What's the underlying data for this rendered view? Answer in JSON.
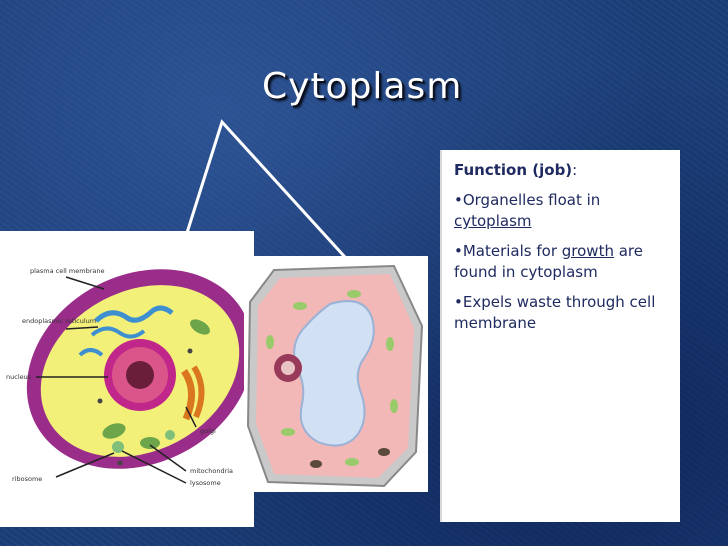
{
  "slide": {
    "title": "Cytoplasm"
  },
  "animal_cell": {
    "labels": {
      "plasma_membrane": "plasma cell membrane",
      "er": "endoplasmic reticulum",
      "nucleus": "nucleus",
      "golgi": "golgi",
      "ribosome": "ribosome",
      "mitochondria": "mitochondria",
      "lysosome": "lysosome"
    }
  },
  "info": {
    "heading": "Function (job)",
    "heading_suffix": ":",
    "bullet1_prefix": "•Organelles float in ",
    "bullet1_link": "cytoplasm",
    "bullet2_prefix": "•Materials for ",
    "bullet2_link": "growth",
    "bullet2_suffix": " are found in cytoplasm",
    "bullet3": "•Expels waste through cell membrane"
  },
  "colors": {
    "background": "#1c3f7a",
    "text_dark": "#1f2b60"
  }
}
